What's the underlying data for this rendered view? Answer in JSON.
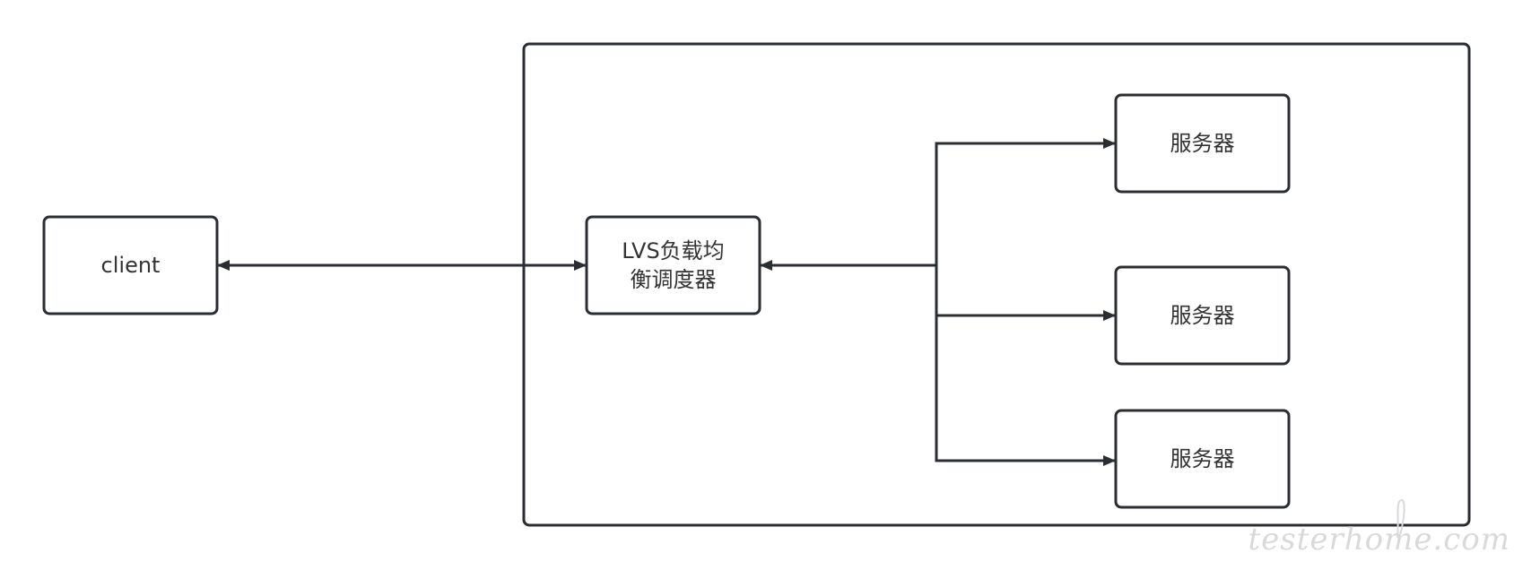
{
  "nodes": {
    "client": {
      "label": "client"
    },
    "lvs": {
      "line1": "LVS负载均",
      "line2": "衡调度器"
    },
    "servers": [
      {
        "label": "服务器"
      },
      {
        "label": "服务器"
      },
      {
        "label": "服务器"
      }
    ]
  },
  "watermark": {
    "text": "testerhome.com"
  },
  "colors": {
    "stroke": "#2a2e33",
    "text": "#333333",
    "background": "#ffffff",
    "watermark": "#d9d9d9"
  }
}
